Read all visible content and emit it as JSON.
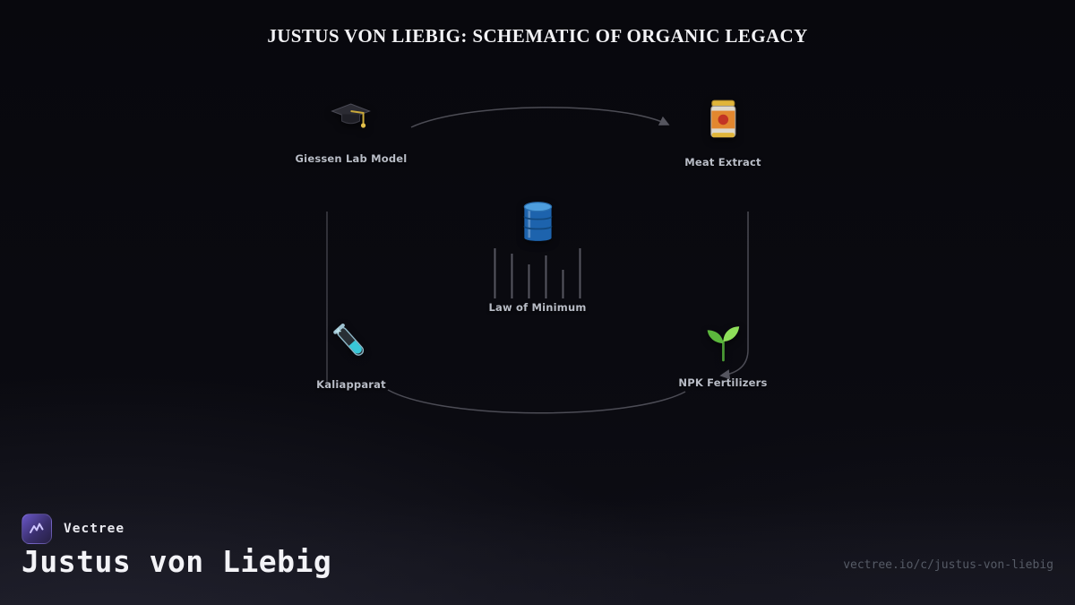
{
  "title": "JUSTUS VON LIEBIG: SCHEMATIC OF ORGANIC LEGACY",
  "diagram": {
    "nodes": [
      {
        "id": "giessen-lab-model",
        "label": "Giessen Lab Model",
        "icon": "graduation-cap"
      },
      {
        "id": "meat-extract",
        "label": "Meat Extract",
        "icon": "canned-food"
      },
      {
        "id": "law-of-minimum",
        "label": "Law of Minimum",
        "icon": "oil-drum"
      },
      {
        "id": "kaliapparat",
        "label": "Kaliapparat",
        "icon": "test-tube"
      },
      {
        "id": "npk-fertilizers",
        "label": "NPK Fertilizers",
        "icon": "seedling"
      }
    ],
    "edges": [
      {
        "from": "giessen-lab-model",
        "to": "meat-extract",
        "style": "arc-top",
        "arrow": true
      },
      {
        "from": "giessen-lab-model",
        "to": "kaliapparat",
        "style": "line-left",
        "arrow": false
      },
      {
        "from": "meat-extract",
        "to": "npk-fertilizers",
        "style": "line-right",
        "arrow": true
      },
      {
        "from": "kaliapparat",
        "to": "npk-fertilizers",
        "style": "arc-bottom",
        "arrow": false
      }
    ],
    "law_staves": [
      56,
      50,
      38,
      48,
      32,
      56
    ]
  },
  "footer": {
    "brand": "Vectree",
    "page_title": "Justus von Liebig",
    "url": "vectree.io/c/justus-von-liebig"
  },
  "colors": {
    "background": "#0a0a10",
    "edge": "#63636d",
    "node_label": "#b9bdc7",
    "title_text": "#f2f2f5",
    "accent_purple": "#6a57c8",
    "url_text": "#565b66"
  }
}
